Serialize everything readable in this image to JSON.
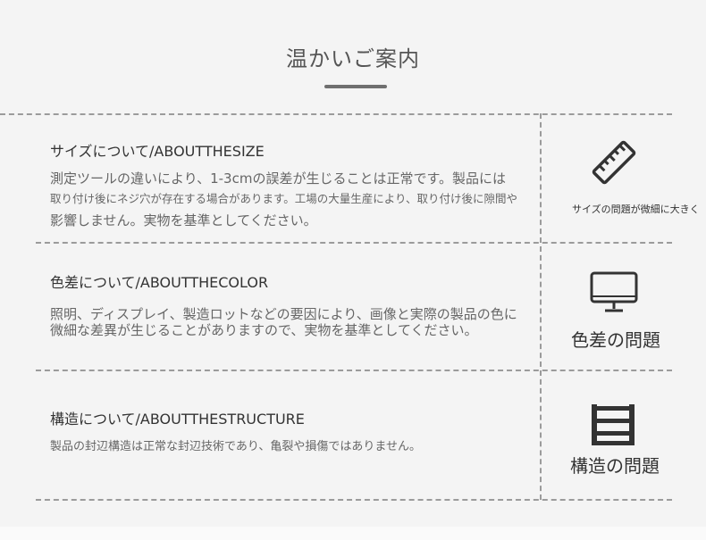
{
  "title": "温かいご案内",
  "sections": [
    {
      "heading": "サイズについて/ABOUTTHESIZE",
      "lines": [
        "測定ツールの違いにより、1-3cmの誤差が生じることは正常です。製品には",
        "取り付け後にネジ穴が存在する場合があります。工場の大量生産により、取り付け後に隙間や",
        "影響しません。実物を基準としてください。"
      ],
      "icon": "ruler-icon",
      "caption": "サイズの問題が微細に大きく"
    },
    {
      "heading": "色差について/ABOUTTHECOLOR",
      "lines": [
        "照明、ディスプレイ、製造ロットなどの要因により、画像と実際の製品の色に",
        "微細な差異が生じることがありますので、実物を基準としてください。"
      ],
      "icon": "monitor-icon",
      "caption": "色差の問題"
    },
    {
      "heading": "構造について/ABOUTTHESTRUCTURE",
      "lines": [
        "製品の封辺構造は正常な封辺技術であり、亀裂や損傷ではありません。"
      ],
      "icon": "ladder-icon",
      "caption": "構造の問題"
    }
  ]
}
